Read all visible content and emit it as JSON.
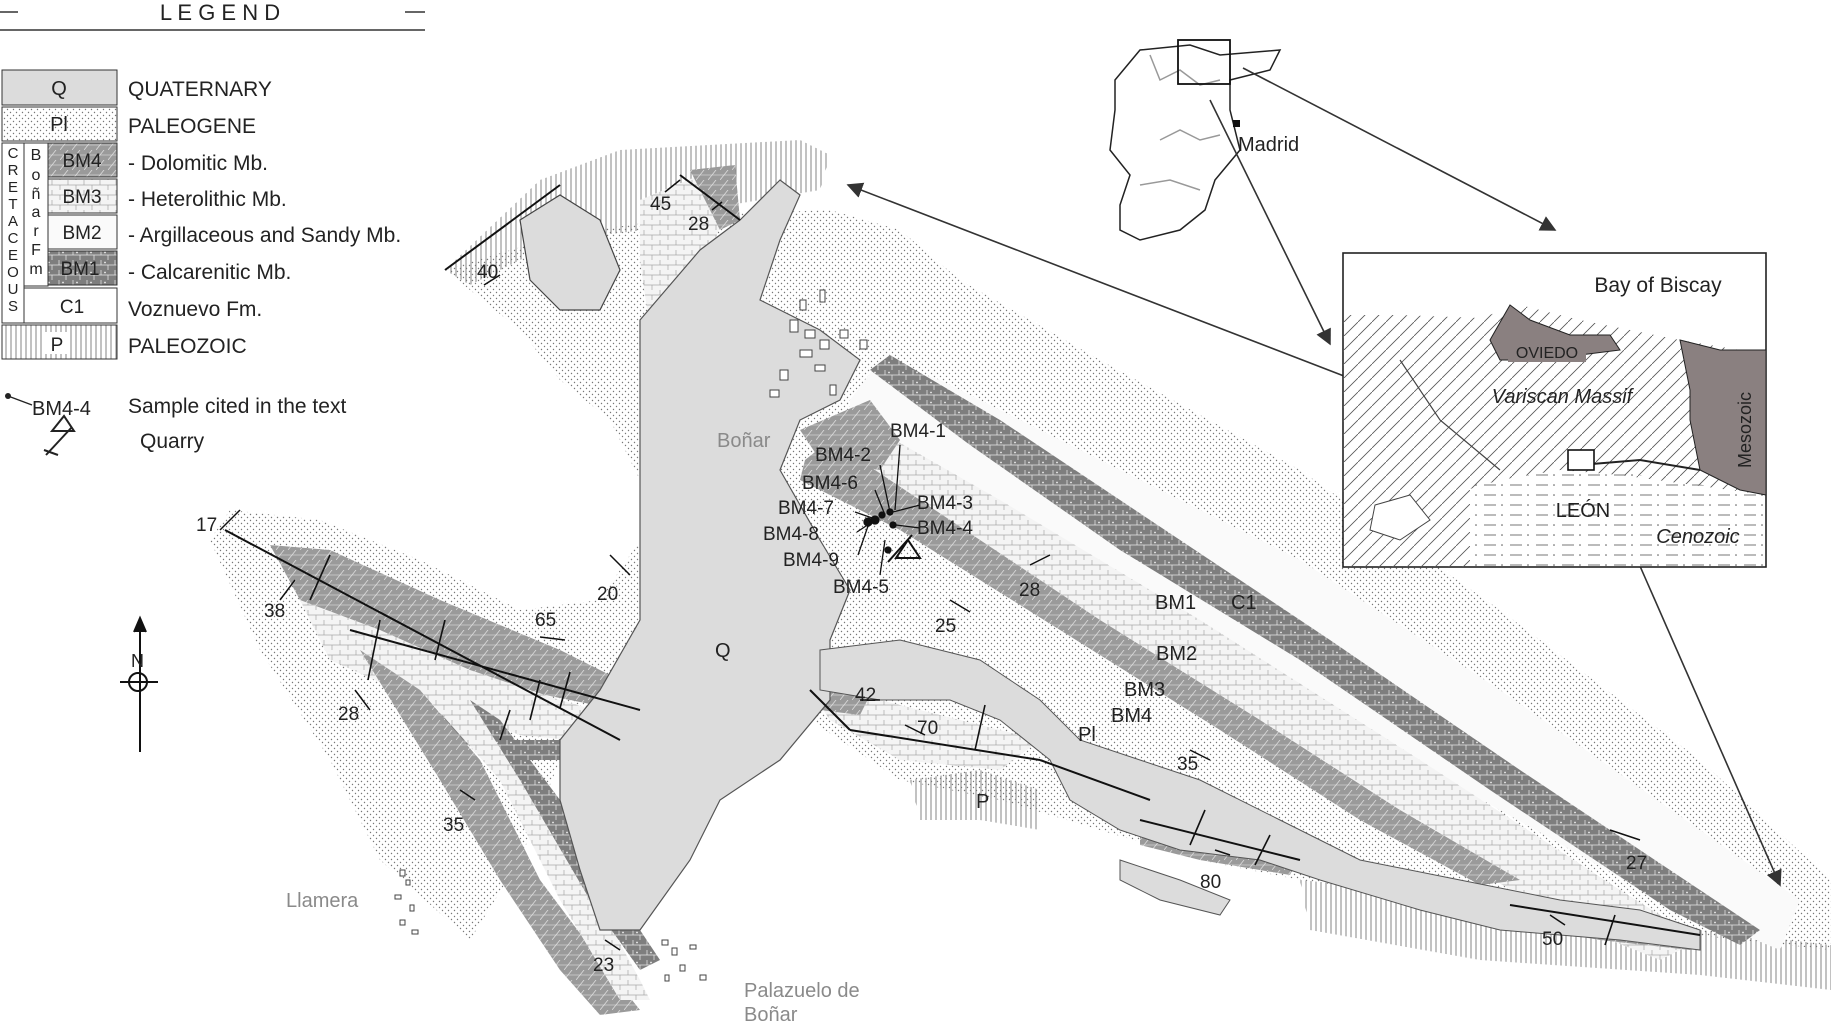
{
  "legend": {
    "title": "L E G E N D",
    "units": [
      {
        "code": "Q",
        "name": "QUATERNARY"
      },
      {
        "code": "Pl",
        "name": "PALEOGENE"
      },
      {
        "code": "BM4",
        "name": "- Dolomitic Mb."
      },
      {
        "code": "BM3",
        "name": "- Heterolithic Mb."
      },
      {
        "code": "BM2",
        "name": "- Argillaceous and Sandy Mb."
      },
      {
        "code": "BM1",
        "name": "- Calcarenitic Mb."
      },
      {
        "code": "C1",
        "name": "Voznuevo Fm."
      },
      {
        "code": "P",
        "name": "PALEOZOIC"
      }
    ],
    "cretaceous_letters": [
      "C",
      "R",
      "E",
      "T",
      "A",
      "C",
      "E",
      "O",
      "U",
      "S"
    ],
    "bonar_fm_letters": [
      "B",
      "o",
      "ñ",
      "a",
      "r",
      "F",
      "m"
    ],
    "sample_code": "BM4-4",
    "sample_label": "Sample cited in the text",
    "quarry_label": "Quarry"
  },
  "places": {
    "bonar": "Boñar",
    "llamera": "Llamera",
    "palazuelo_line1": "Palazuelo de",
    "palazuelo_line2": "Boñar"
  },
  "unit_labels": {
    "q": "Q",
    "pl": "Pl",
    "p": "P",
    "bm1": "BM1",
    "bm2": "BM2",
    "bm3": "BM3",
    "bm4": "BM4",
    "c1": "C1"
  },
  "samples": [
    "BM4-1",
    "BM4-2",
    "BM4-6",
    "BM4-7",
    "BM4-8",
    "BM4-9",
    "BM4-5",
    "BM4-3",
    "BM4-4"
  ],
  "dips": [
    "45",
    "28",
    "40",
    "17",
    "38",
    "65",
    "28",
    "35",
    "23",
    "20",
    "25",
    "28",
    "42",
    "70",
    "35",
    "80",
    "27",
    "50"
  ],
  "inset_spain": {
    "madrid": "Madrid"
  },
  "inset_region": {
    "bay": "Bay of Biscay",
    "oviedo": "OVIEDO",
    "massif": "Variscan Massif",
    "mesozoic": "Mesozoic",
    "leon": "LEÓN",
    "cenozoic": "Cenozoic"
  },
  "north_label": "N",
  "colors": {
    "quaternary": "#dcdcdc",
    "dolomitic": "#8c8c8c",
    "heterolithic": "#b9b9b9",
    "calcarenitic": "#7e7e7e",
    "mesozoic": "#8a8080",
    "frame": "#333333"
  }
}
